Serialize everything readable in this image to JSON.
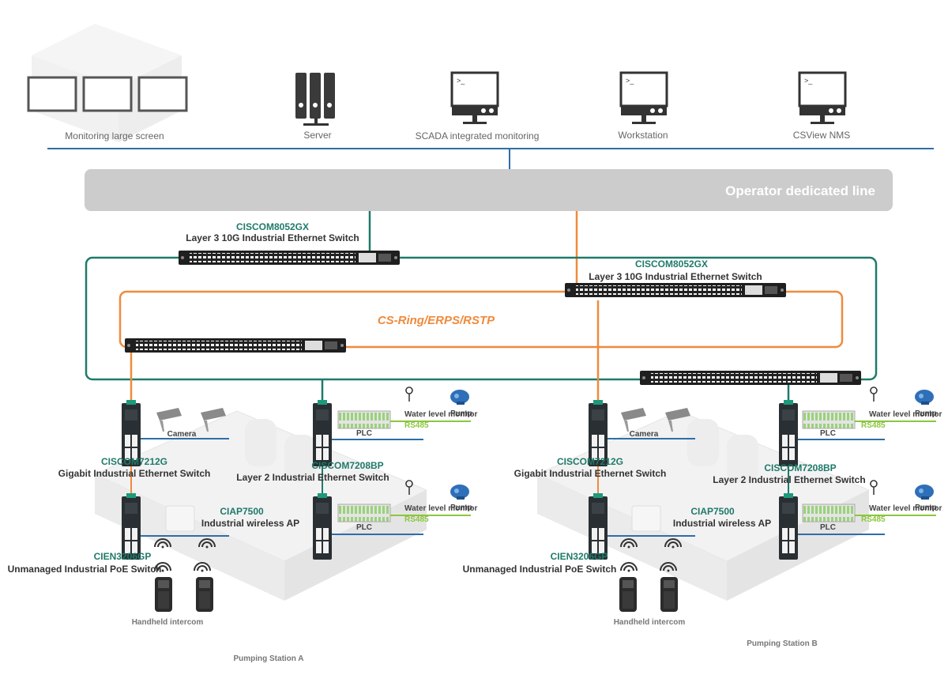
{
  "top_devices": {
    "monitoring": "Monitoring large screen",
    "server": "Server",
    "scada": "SCADA integrated monitoring",
    "workstation": "Workstation",
    "csview": "CSView NMS"
  },
  "operator_line": "Operator dedicated line",
  "ring_protocol": "CS-Ring/ERPS/RSTP",
  "core_switch_a": {
    "model": "CISCOM8052GX",
    "desc": "Layer 3 10G Industrial Ethernet Switch"
  },
  "core_switch_b": {
    "model": "CISCOM8052GX",
    "desc": "Layer 3 10G Industrial Ethernet Switch"
  },
  "station_a": {
    "name": "Pumping Station A",
    "gigabit": {
      "model": "CISCOM7212G",
      "desc": "Gigabit Industrial Ethernet Switch"
    },
    "l2": {
      "model": "CISCOM7208BP",
      "desc": "Layer 2 Industrial Ethernet Switch"
    },
    "ap": {
      "model": "CIAP7500",
      "desc": "Industrial wireless AP"
    },
    "poe": {
      "model": "CIEN3206GP",
      "desc": "Unmanaged Industrial PoE Switch"
    },
    "camera": "Camera",
    "plc1": "PLC",
    "plc2": "PLC",
    "water1": "Water level monitor",
    "water2": "Water level monitor",
    "pump1": "Pump",
    "pump2": "Pump",
    "rs1": "RS485",
    "rs2": "RS485",
    "intercom": "Handheld intercom"
  },
  "station_b": {
    "name": "Pumping Station B",
    "gigabit": {
      "model": "CISCOM7212G",
      "desc": "Gigabit Industrial Ethernet Switch"
    },
    "l2": {
      "model": "CISCOM7208BP",
      "desc": "Layer 2 Industrial Ethernet Switch"
    },
    "ap": {
      "model": "CIAP7500",
      "desc": "Industrial wireless AP"
    },
    "poe": {
      "model": "CIEN3206GP",
      "desc": "Unmanaged Industrial PoE Switch"
    },
    "camera": "Camera",
    "plc1": "PLC",
    "plc2": "PLC",
    "water1": "Water level monitor",
    "water2": "Water level monitor",
    "pump1": "Pump",
    "pump2": "Pump",
    "rs1": "RS485",
    "rs2": "RS485",
    "intercom": "Handheld intercom"
  },
  "colors": {
    "teal": "#1f7a6a",
    "orange": "#f08a3c",
    "blue": "#2d6ea8",
    "green": "#8cc63f",
    "bar": "#cccccc"
  }
}
